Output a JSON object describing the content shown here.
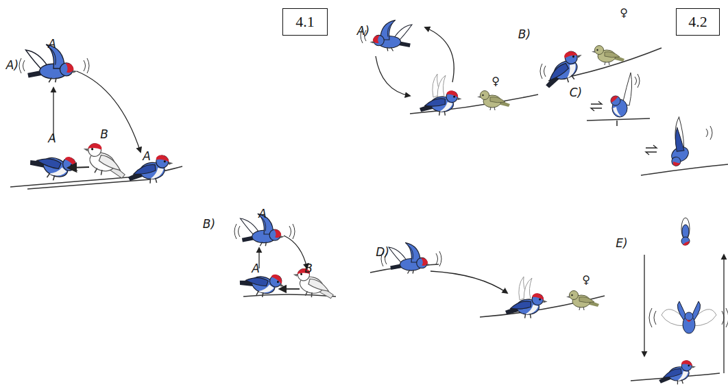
{
  "diagram": {
    "nodes": [
      {
        "text": [
          "4.1"
        ]
      },
      {
        "text": [
          "4.2"
        ]
      }
    ],
    "labels": [
      "A)",
      "A",
      "A",
      "B",
      "A",
      "B)",
      "A",
      "A",
      "B",
      "A)",
      "♀",
      "B)",
      "♀",
      "C)",
      "D)",
      "♀",
      "E)"
    ]
  }
}
